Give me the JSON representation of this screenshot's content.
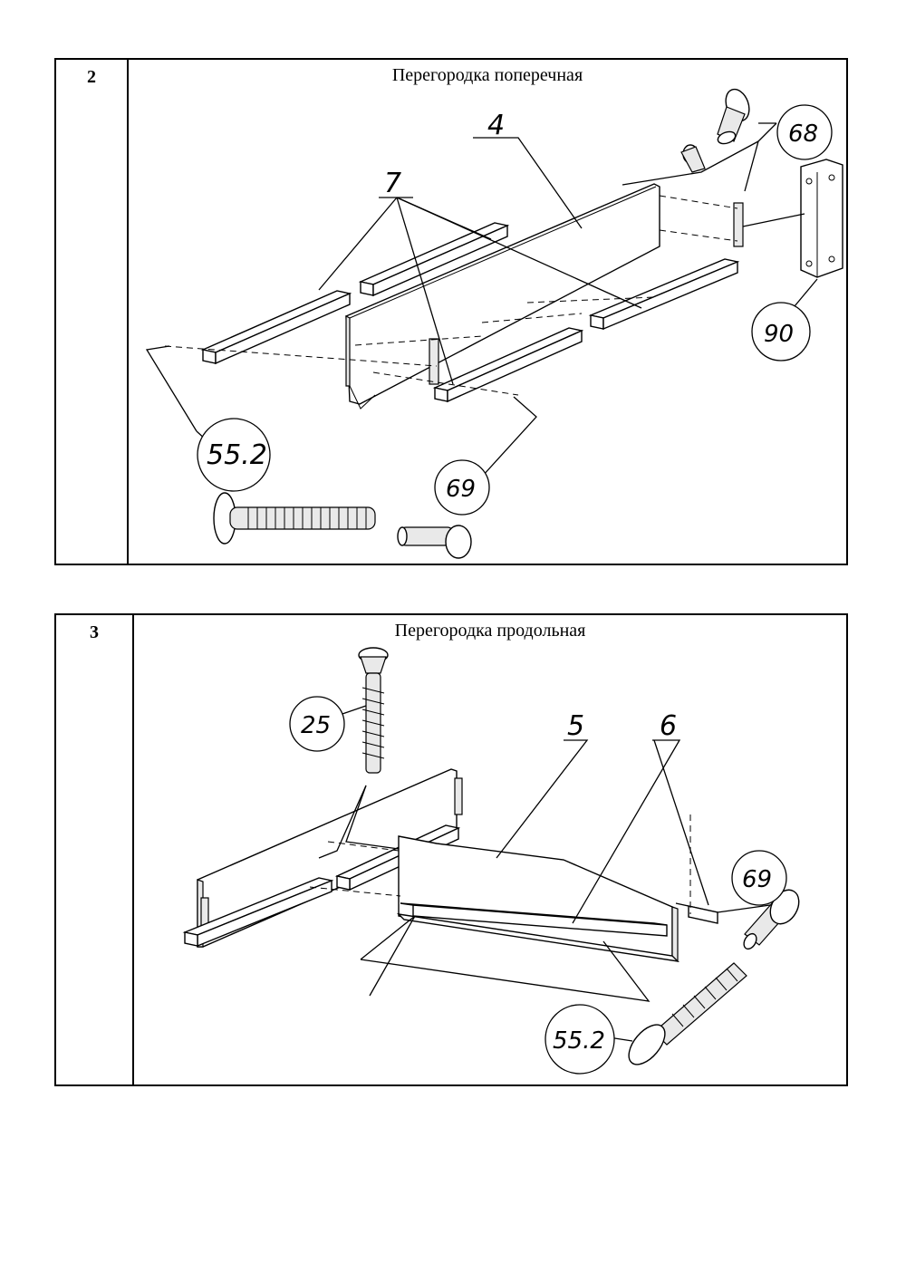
{
  "steps": [
    {
      "number": "2",
      "title": "Перегородка поперечная",
      "labels": [
        "4",
        "7",
        "68",
        "90",
        "55.2",
        "69"
      ]
    },
    {
      "number": "3",
      "title": "Перегородка продольная",
      "labels": [
        "25",
        "5",
        "6",
        "69",
        "55.2"
      ]
    }
  ]
}
